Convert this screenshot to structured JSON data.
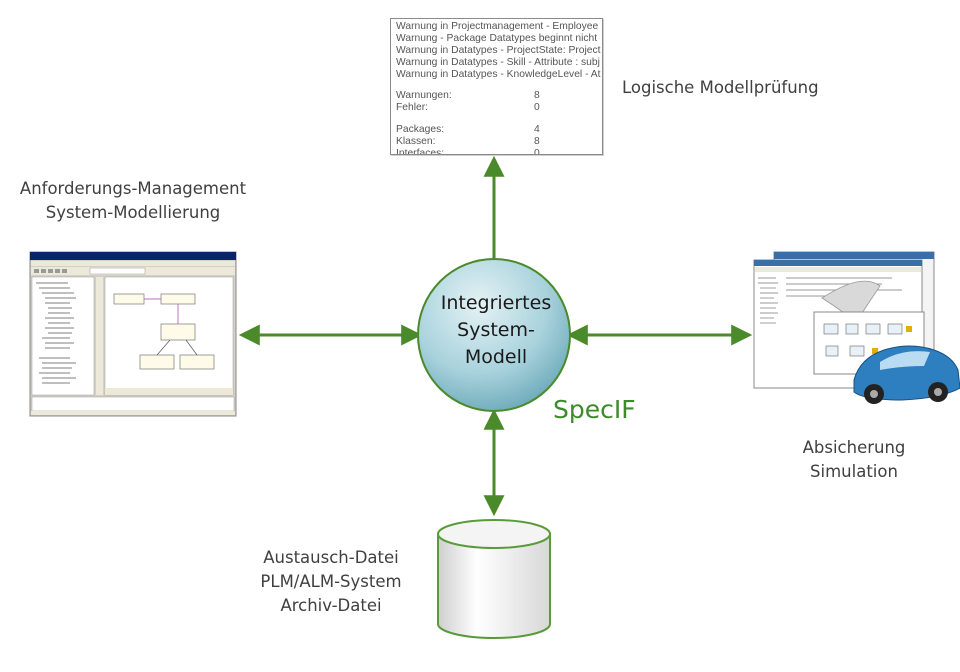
{
  "report": {
    "lines": [
      "Warnung in Projectmanagement - Employee",
      "Warnung - Package Datatypes beginnt nicht",
      "Warnung in Datatypes - ProjectState: Project",
      "Warnung in Datatypes - Skill - Attribute : subj",
      "Warnung in Datatypes - KnowledgeLevel - At"
    ],
    "stats": [
      {
        "label": "Warnungen:",
        "value": "8"
      },
      {
        "label": "Fehler:",
        "value": "0"
      },
      {
        "label": "Packages:",
        "value": "4"
      },
      {
        "label": "Klassen:",
        "value": "8"
      },
      {
        "label": "Interfaces:",
        "value": "0"
      }
    ]
  },
  "center": {
    "line1": "Integriertes",
    "line2": "System-",
    "line3": "Modell",
    "brand": "SpecIF"
  },
  "labels": {
    "top_right": "Logische Modellprüfung",
    "left_line1": "Anforderungs-Management",
    "left_line2": "System-Modellierung",
    "right_line1": "Absicherung",
    "right_line2": "Simulation",
    "bottom_line1": "Austausch-Datei",
    "bottom_line2": "PLM/ALM-System",
    "bottom_line3": "Archiv-Datei"
  },
  "colors": {
    "arrow": "#4a8a2a",
    "sphere_light": "#e4f2f5",
    "sphere_mid": "#9ccad6",
    "sphere_edge": "#5aa0b0",
    "sphere_border": "#4a8a2a",
    "specif_text": "#3d8b2a",
    "cylinder_border": "#5a9a3a"
  },
  "icons": {
    "modeling_tool": "modeling-tool-screenshot",
    "simulation": "simulation-car-screenshot",
    "database": "database-cylinder-icon"
  }
}
